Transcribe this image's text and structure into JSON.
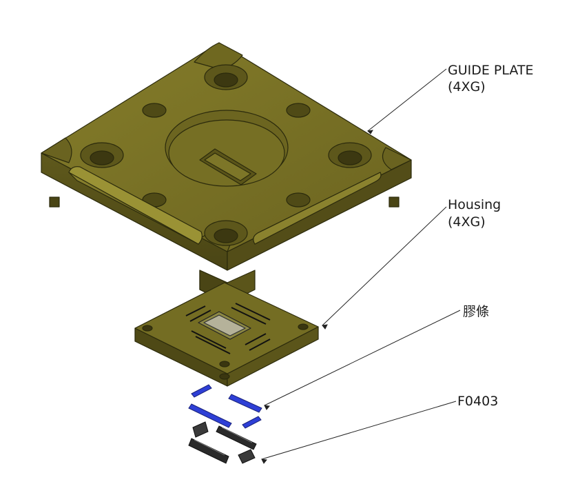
{
  "labels": {
    "guide_plate": {
      "line1": "GUIDE PLATE",
      "line2": "(4XG)"
    },
    "housing": {
      "line1": "Housing",
      "line2": "(4XG)"
    },
    "strip": {
      "line1": "膠條"
    },
    "part": {
      "line1": "F0403"
    }
  },
  "colors": {
    "body_top": "#7a7322",
    "body_side": "#5b551a",
    "body_dark": "#3d3912",
    "edge": "#2b2a0c",
    "strip_blue": "#2e3fd6",
    "contact_dark": "#2a2a2a"
  }
}
